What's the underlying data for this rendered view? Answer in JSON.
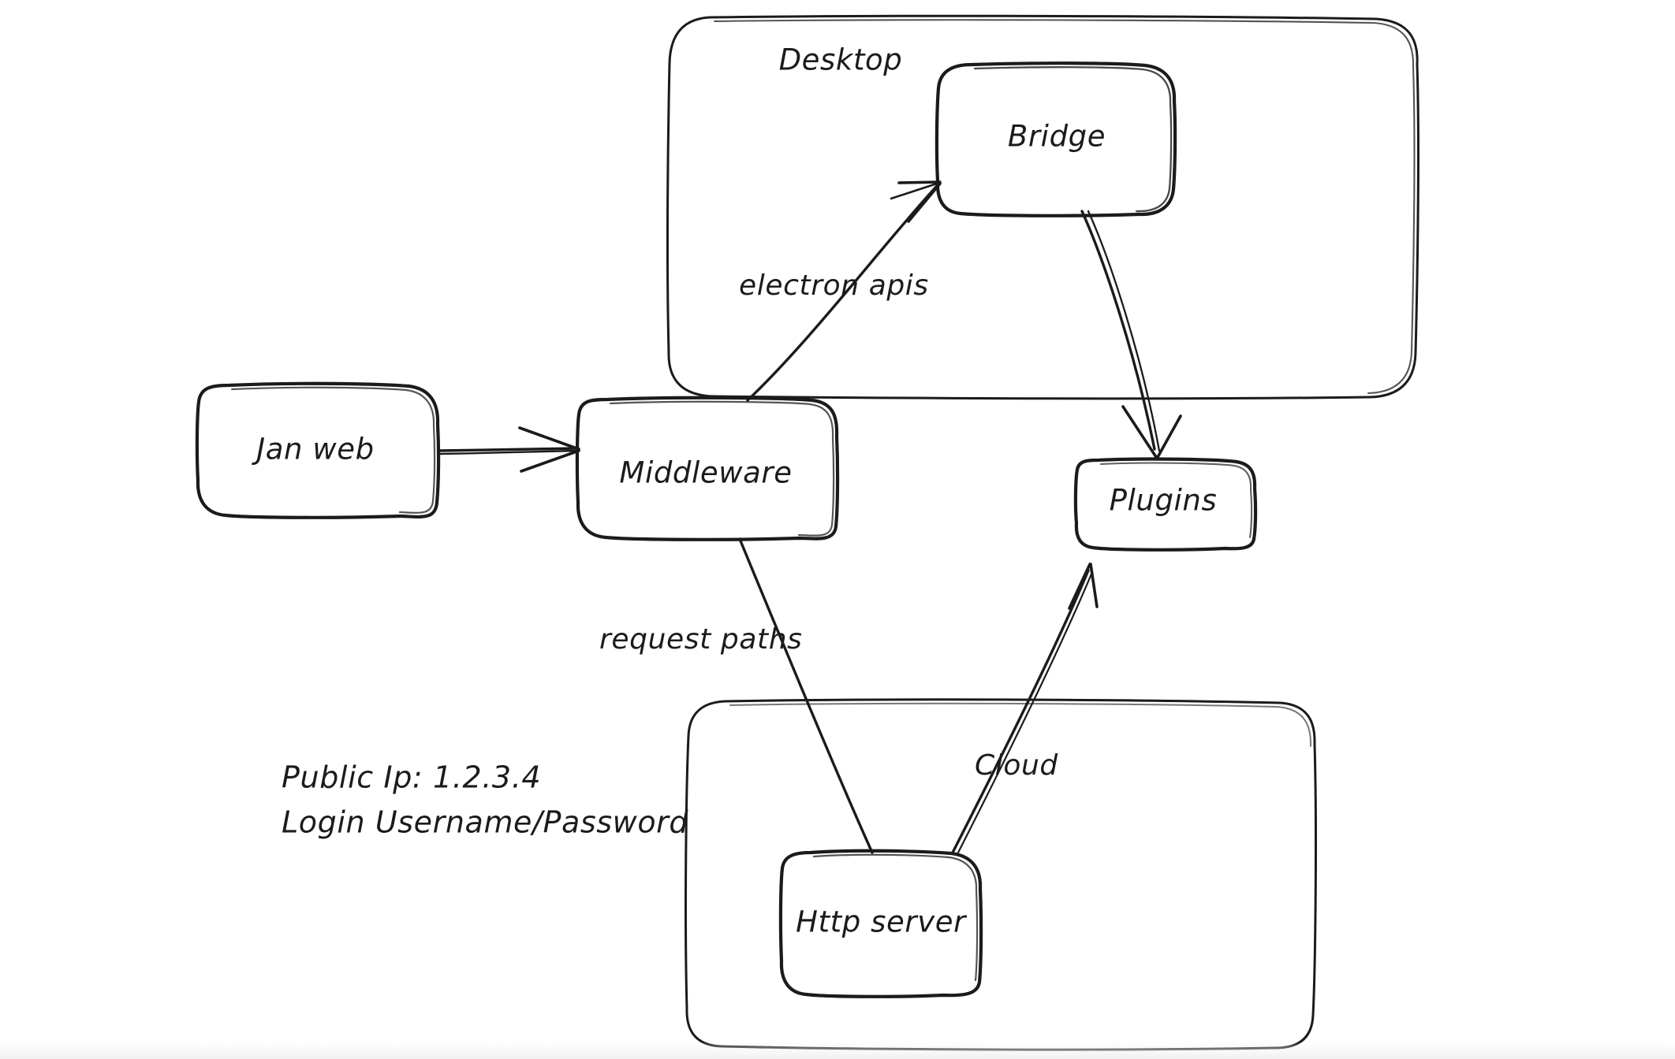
{
  "diagram": {
    "title": "Jan architecture sketch",
    "style": "hand-drawn whiteboard",
    "background_color": "#ffffff",
    "stroke_color": "#1b1b1b",
    "groups": [
      {
        "id": "desktop",
        "label": "Desktop"
      },
      {
        "id": "cloud",
        "label": ""
      }
    ],
    "nodes": [
      {
        "id": "bridge",
        "label": "Bridge"
      },
      {
        "id": "jan-web",
        "label": "Jan web"
      },
      {
        "id": "middleware",
        "label": "Middleware"
      },
      {
        "id": "plugins",
        "label": "Plugins"
      },
      {
        "id": "http-server",
        "label": "Http server"
      }
    ],
    "edges": [
      {
        "id": "janweb-to-middleware",
        "from": "jan-web",
        "to": "middleware",
        "label": ""
      },
      {
        "id": "middleware-to-bridge",
        "from": "middleware",
        "to": "bridge",
        "label": "electron apis"
      },
      {
        "id": "bridge-to-plugins",
        "from": "bridge",
        "to": "plugins",
        "label": ""
      },
      {
        "id": "middleware-to-httpserver",
        "from": "middleware",
        "to": "http-server",
        "label": "request paths"
      },
      {
        "id": "httpserver-to-plugins",
        "from": "http-server",
        "to": "plugins",
        "label": "Cloud"
      }
    ],
    "notes": {
      "public_ip": "Public Ip: 1.2.3.4",
      "login": "Login Username/Password"
    }
  }
}
